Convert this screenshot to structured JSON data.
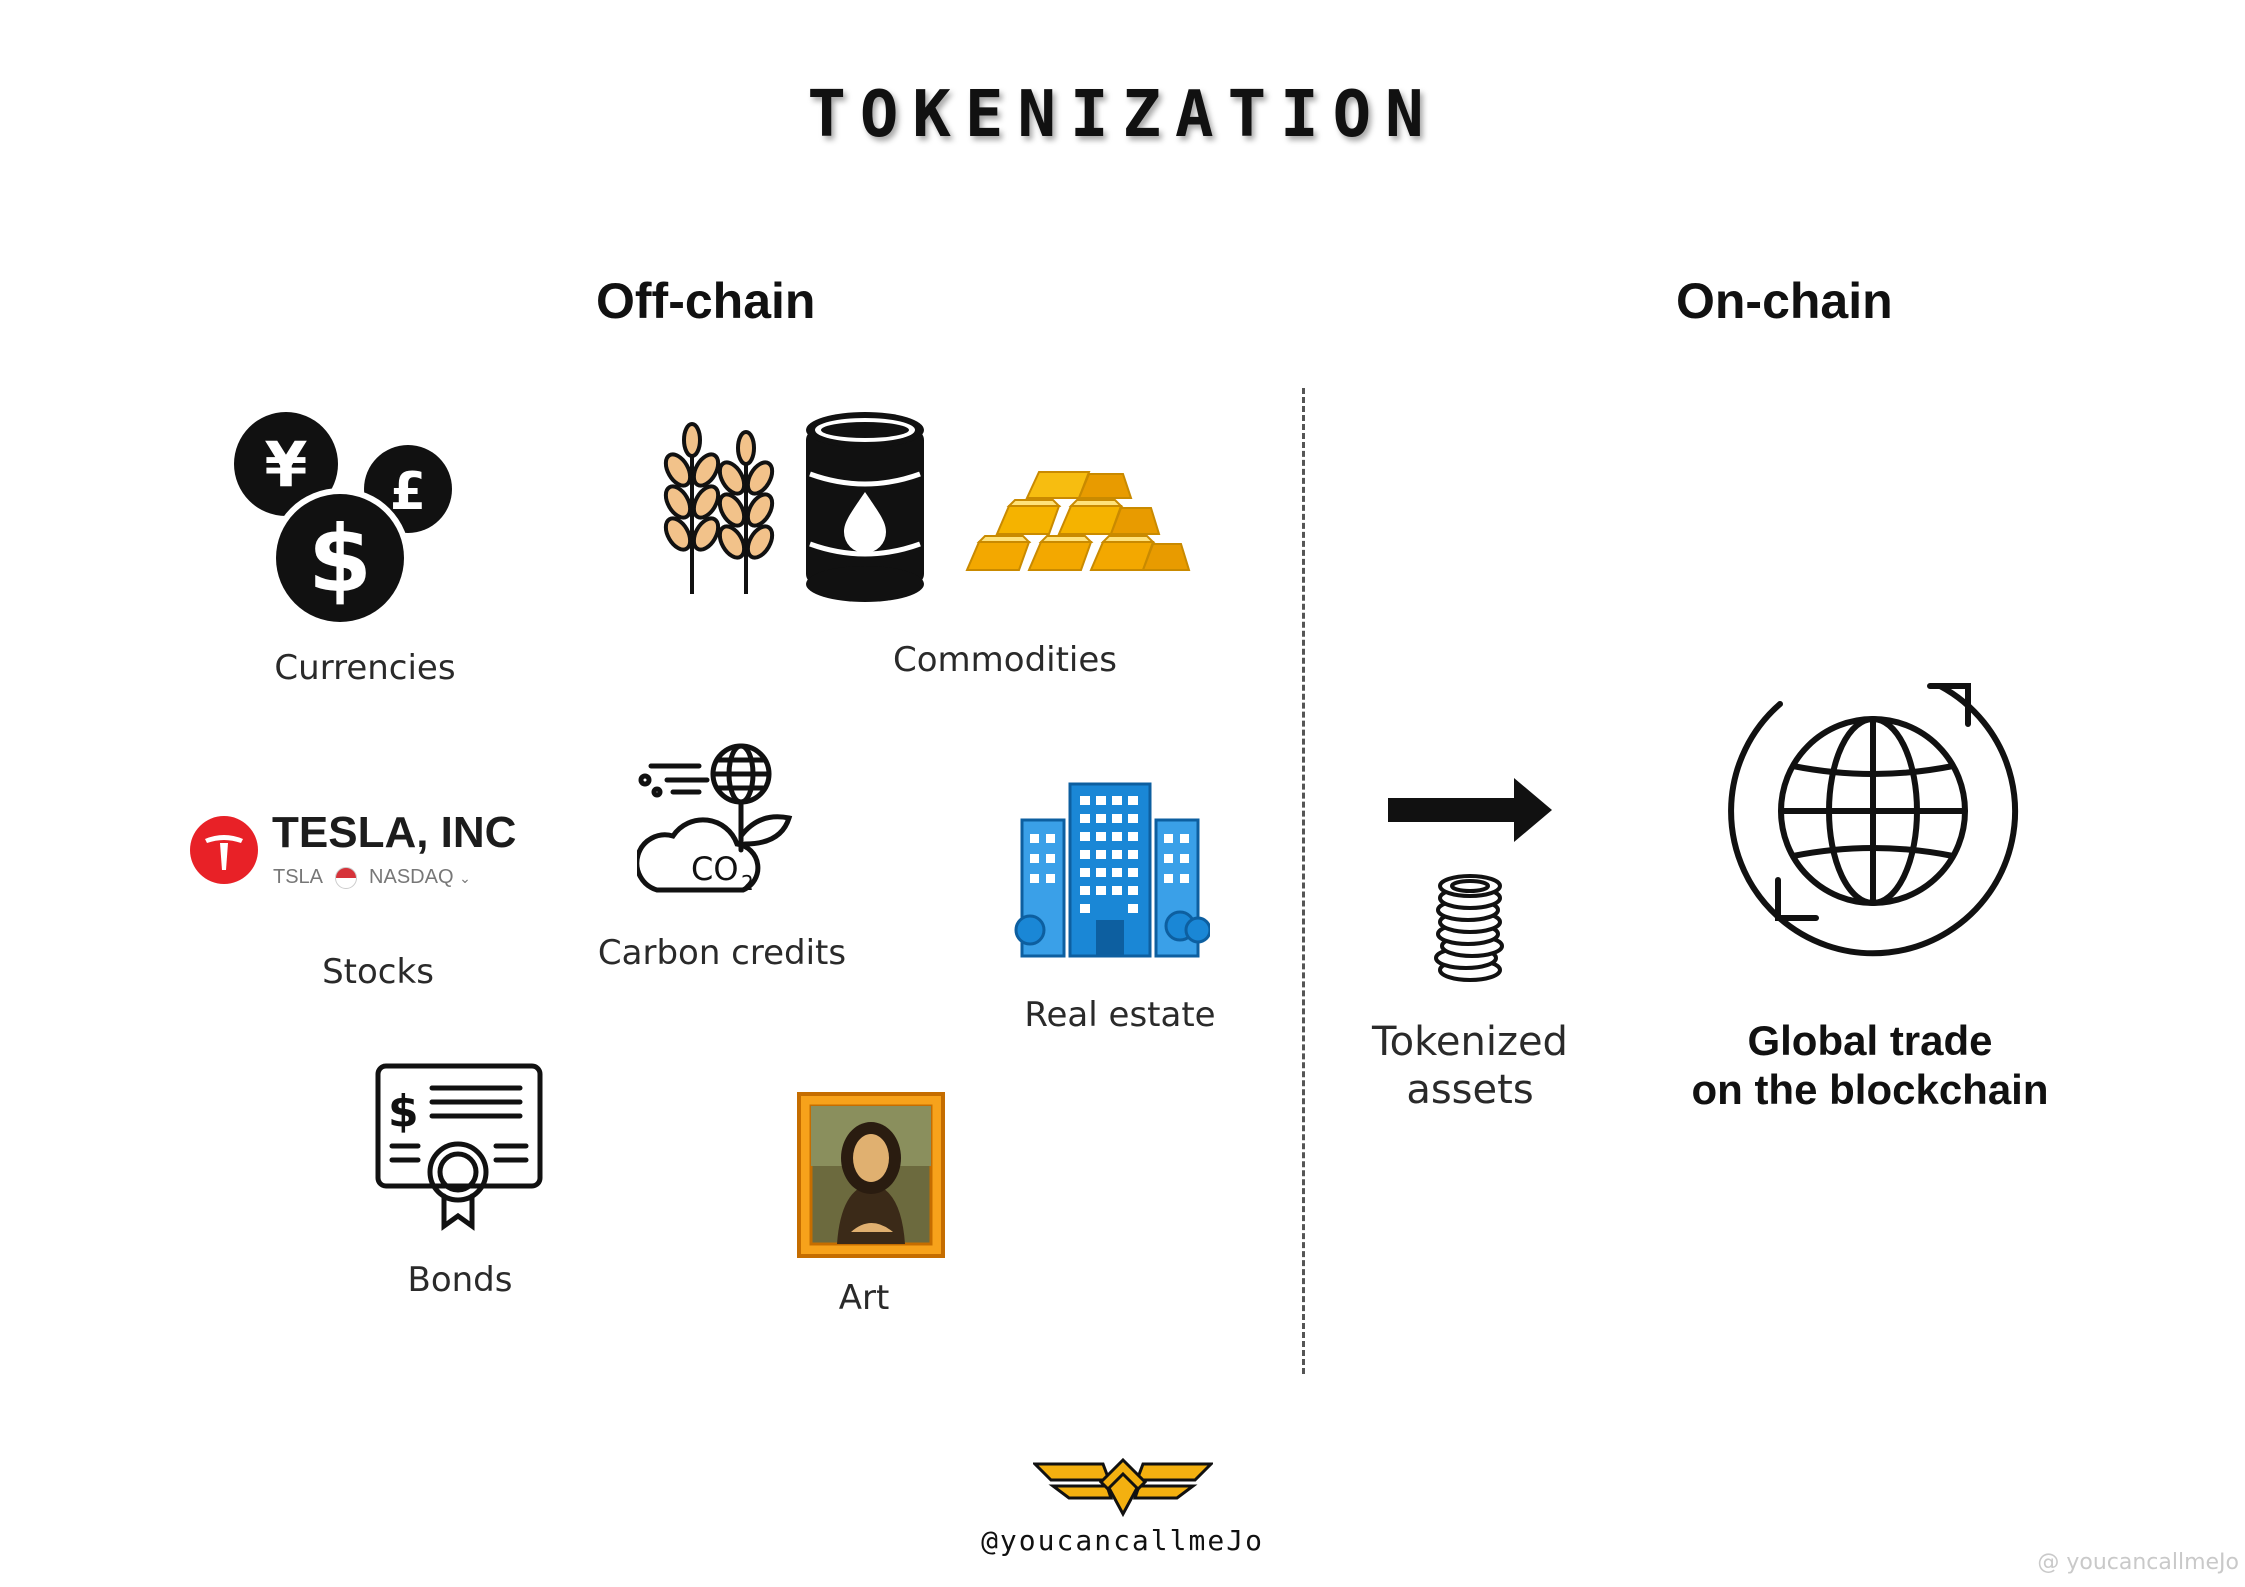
{
  "title": "TOKENIZATION",
  "offchain": {
    "heading": "Off-chain",
    "items": {
      "currencies": "Currencies",
      "commodities": "Commodities",
      "stocks": "Stocks",
      "carbon": "Carbon credits",
      "realestate": "Real estate",
      "bonds": "Bonds",
      "art": "Art"
    },
    "tesla": {
      "name": "TESLA, INC",
      "ticker": "TSLA",
      "exchange": "NASDAQ"
    }
  },
  "onchain": {
    "heading": "On-chain",
    "tokenized_line1": "Tokenized",
    "tokenized_line2": "assets",
    "global_line1": "Global trade",
    "global_line2": "on the blockchain"
  },
  "footer": {
    "handle": "@youcancallmeJo",
    "watermark": "@ youcancallmeJo"
  },
  "icons": [
    "currency-coins-icon",
    "wheat-icon",
    "oil-barrel-icon",
    "gold-bars-icon",
    "tesla-logo-icon",
    "carbon-globe-icon",
    "building-icon",
    "bond-certificate-icon",
    "mona-lisa-painting-icon",
    "arrow-right-icon",
    "coin-stack-icon",
    "globe-cycle-icon",
    "wings-logo-icon"
  ]
}
